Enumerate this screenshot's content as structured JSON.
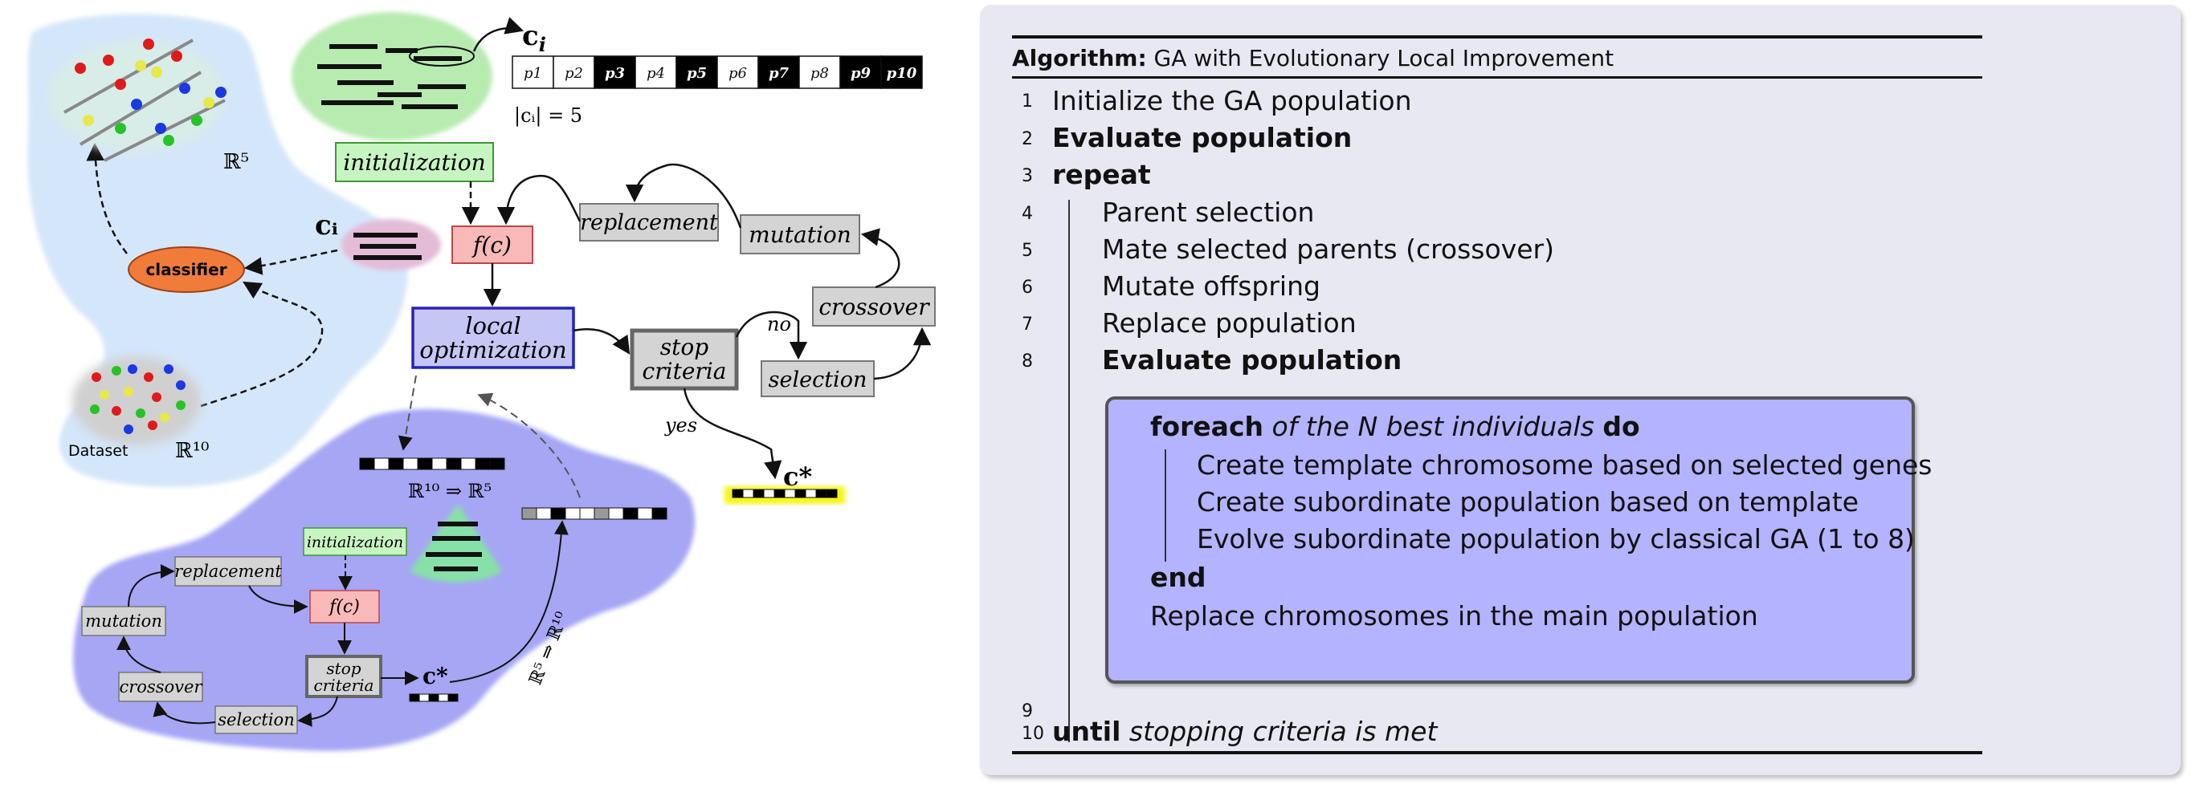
{
  "diagram": {
    "chromosome_label": "c",
    "chromosome_sub": "i",
    "genes": [
      "p1",
      "p2",
      "p3",
      "p4",
      "p5",
      "p6",
      "p7",
      "p8",
      "p9",
      "p10"
    ],
    "gene_highlight": [
      false,
      false,
      true,
      false,
      true,
      false,
      true,
      false,
      true,
      true
    ],
    "cardinality": "|cᵢ| = 5",
    "initialization": "initialization",
    "fitness": "f(c)",
    "replacement": "replacement",
    "mutation": "mutation",
    "crossover": "crossover",
    "selection": "selection",
    "local_opt_1": "local",
    "local_opt_2": "optimization",
    "stop_1": "stop",
    "stop_2": "criteria",
    "no": "no",
    "yes": "yes",
    "best": "c*",
    "classifier": "classifier",
    "ci_label": "cᵢ",
    "dataset": "Dataset",
    "r10": "ℝ¹⁰",
    "r5": "ℝ⁵",
    "proj_down": "ℝ¹⁰ ⇒ ℝ⁵",
    "proj_up": "ℝ⁵ ⇒ ℝ¹⁰",
    "sub_initialization": "initialization",
    "sub_fitness": "f(c)",
    "sub_replacement": "replacement",
    "sub_mutation": "mutation",
    "sub_crossover": "crossover",
    "sub_selection": "selection",
    "sub_stop_1": "stop",
    "sub_stop_2": "criteria",
    "sub_best": "c*",
    "colors": {
      "blue_region": "#d4e6fa",
      "purple_region": "#a6a6f5",
      "green_blob": "#b7ebb0",
      "classifier": "#f07b3b",
      "fitness_box": "#f9b9b9",
      "init_box": "#c7f5c1",
      "local_opt_box": "#c6c6f5",
      "yellow_glow": "#f5f516"
    }
  },
  "algorithm": {
    "title_bold": "Algorithm:",
    "title_rest": " GA with Evolutionary Local Improvement",
    "lines": [
      {
        "n": "1",
        "text": "Initialize the GA population"
      },
      {
        "n": "2",
        "text": "Evaluate population"
      },
      {
        "n": "3",
        "text": "repeat"
      },
      {
        "n": "4",
        "text": "Parent selection"
      },
      {
        "n": "5",
        "text": "Mate selected parents (crossover)"
      },
      {
        "n": "6",
        "text": "Mutate offspring"
      },
      {
        "n": "7",
        "text": "Replace population"
      },
      {
        "n": "8",
        "text": "Evaluate population"
      },
      {
        "n": "9",
        "text": ""
      },
      {
        "n": "10",
        "text": ""
      }
    ],
    "foreach_kw": "foreach",
    "foreach_it": " of the N best individuals ",
    "foreach_do": "do",
    "inner": [
      "Create template chromosome based on selected genes",
      "Create subordinate population based on template",
      "Evolve subordinate population by classical GA (1 to 8)"
    ],
    "end": "end",
    "replace": "Replace chromosomes in the main population",
    "until_kw": "until",
    "until_it": " stopping criteria is met"
  }
}
